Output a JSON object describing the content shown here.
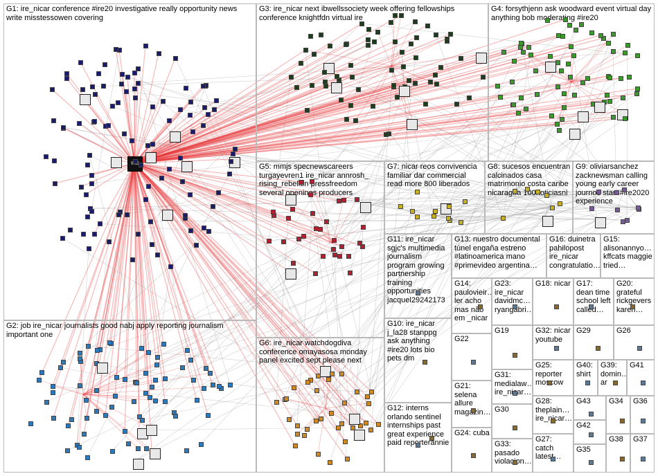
{
  "groups": [
    {
      "id": "G1",
      "label": "G1: ire_nicar conference #ire20 investigative really opportunity news write misstessowen covering"
    },
    {
      "id": "G2",
      "label": "G2: job ire_nicar journalists good nabj apply reporting journalism important one"
    },
    {
      "id": "G3",
      "label": "G3: ire_nicar next ibwellssociety week offering fellowships conference knightfdn virtual ire"
    },
    {
      "id": "G4",
      "label": "G4: forsythjenn ask woodward event virtual day anything bob moderating #ire20"
    },
    {
      "id": "G5",
      "label": "G5: mmjs specnewscareers turgayevren1 ire_nicar annrosh_ rising_rebelion pressfreedom several openings producers"
    },
    {
      "id": "G6",
      "label": "G6: ire_nicar watchdogdiva conference omayasosa monday panel excited sept please next"
    },
    {
      "id": "G7",
      "label": "G7: nicar reos convivencia familiar dar commercial read more 800 liberados"
    },
    {
      "id": "G8",
      "label": "G8: sucesos encuentran calcinados casa matrimonio costa caribe nicaragua 100noticiasni"
    },
    {
      "id": "G9",
      "label": "G9: oliviarsanchez zacknewsman calling young early career journos start #ire2020 experience"
    },
    {
      "id": "G10",
      "label": "G10: ire_nicar j_la28 stanppg ask anything #ire20 lots bio pets dm"
    },
    {
      "id": "G11",
      "label": "G11: ire_nicar sgjc's multimedia journalism program growing partnership training opportunities jacquel29242173"
    },
    {
      "id": "G12",
      "label": "G12: interns orlando sentinel internships past great experience paid reporterannie"
    },
    {
      "id": "G13",
      "label": "G13: nuestro documental túnel engaña estreno #latinoamerica mano #primevideo argentina…"
    },
    {
      "id": "G14",
      "label": "G14: paulovieir… ler acho mas não em _nicar"
    },
    {
      "id": "G15",
      "label": "G15: alisonannyo… kffcats maggie tried…"
    },
    {
      "id": "G16",
      "label": "G16: duinetra pahilopost ire_nicar congratulatio…"
    },
    {
      "id": "G17",
      "label": "G17: dean time school left called…"
    },
    {
      "id": "G18",
      "label": "G18: nicar"
    },
    {
      "id": "G19",
      "label": "G19"
    },
    {
      "id": "G20",
      "label": "G20: grateful rickgevers karen…"
    },
    {
      "id": "G21",
      "label": "G21: selena allure magazin…"
    },
    {
      "id": "G22",
      "label": "G22"
    },
    {
      "id": "G23",
      "label": "G23: ire_nicar davidmc… ryangabri…"
    },
    {
      "id": "G24",
      "label": "G24: cuba"
    },
    {
      "id": "G25",
      "label": "G25: reporter moscow"
    },
    {
      "id": "G26",
      "label": "G26"
    },
    {
      "id": "G27",
      "label": "G27: catch latest…"
    },
    {
      "id": "G28",
      "label": "G28: theplain… ire_nicar…"
    },
    {
      "id": "G29",
      "label": "G29"
    },
    {
      "id": "G30",
      "label": "G30"
    },
    {
      "id": "G31",
      "label": "G31: medialaw… ire_nicar…"
    },
    {
      "id": "G32",
      "label": "G32: nicar youtube"
    },
    {
      "id": "G33",
      "label": "G33: pasado violacion…"
    },
    {
      "id": "G34",
      "label": "G34"
    },
    {
      "id": "G35",
      "label": "G35"
    },
    {
      "id": "G36",
      "label": "G36"
    },
    {
      "id": "G37",
      "label": "G37"
    },
    {
      "id": "G38",
      "label": "G38"
    },
    {
      "id": "G39",
      "label": "G39: domin… ar"
    },
    {
      "id": "G40",
      "label": "G40: shirt"
    },
    {
      "id": "G41",
      "label": "G41"
    },
    {
      "id": "G42",
      "label": "G42"
    },
    {
      "id": "G43",
      "label": "G43"
    }
  ],
  "hubs": {
    "ire": "IRE"
  },
  "colors": {
    "edge_gray": "#9a9a9a",
    "edge_red": "#e8383b",
    "panel_border": "#b9b9b9",
    "g1_node": "#1a1a6e",
    "g2_node": "#2a7ac0",
    "g3_node": "#1d3d1d",
    "g4_node": "#3a9a2a",
    "g5_node": "#b02030",
    "g6_node": "#d08a20",
    "g7_node": "#c8b020",
    "g9_node": "#7a5a9a"
  }
}
